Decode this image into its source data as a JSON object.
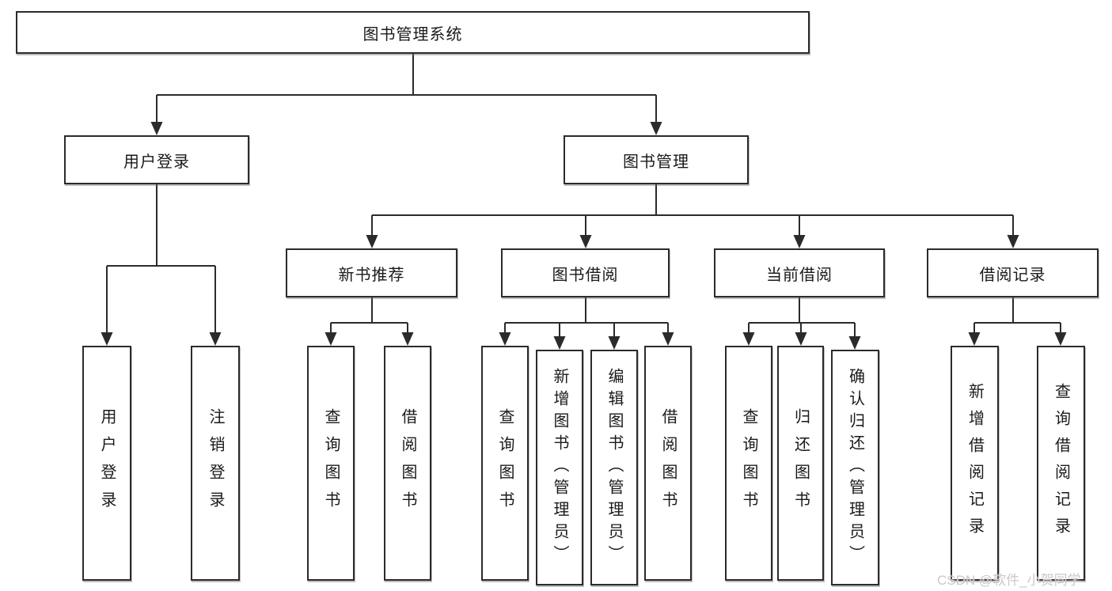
{
  "title": "图书管理系统",
  "level2": {
    "user_login": "用户登录",
    "book_management": "图书管理"
  },
  "level3": {
    "new_books": "新书推荐",
    "book_borrow": "图书借阅",
    "current_borrow": "当前借阅",
    "borrow_records": "借阅记录"
  },
  "leaves": {
    "user_login": [
      "用户登录",
      "注销登录"
    ],
    "new_books": [
      "查询图书",
      "借阅图书"
    ],
    "book_borrow": [
      "查询图书",
      "新增图书（管理员）",
      "编辑图书（管理员）",
      "借阅图书"
    ],
    "current_borrow": [
      "查询图书",
      "归还图书",
      "确认归还（管理员）"
    ],
    "borrow_records": [
      "新增借阅记录",
      "查询借阅记录"
    ]
  },
  "watermark": "CSDN @软件_小贺同学",
  "colors": {
    "line": "#2b2b2b",
    "text": "#1a1a1a",
    "box_background": "#ffffff",
    "watermark": "#c6c6c6"
  }
}
